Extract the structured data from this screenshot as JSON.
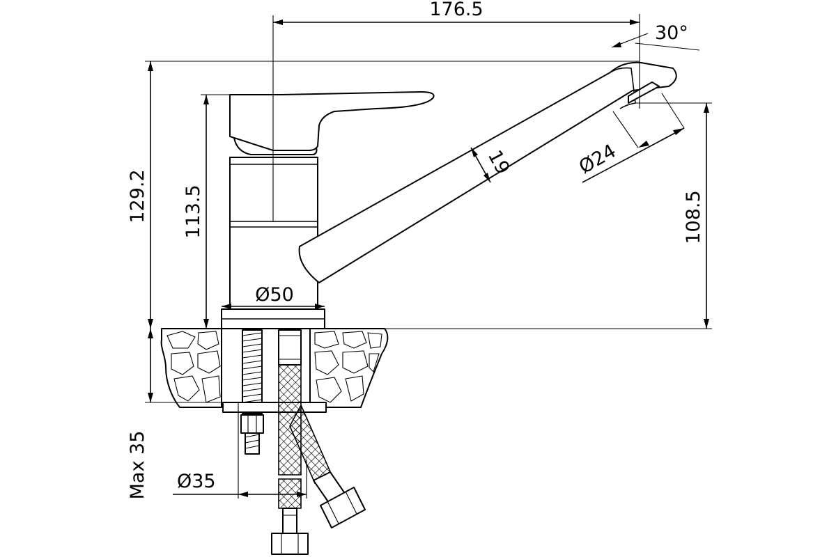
{
  "dimensions": {
    "spout_reach": "176.5",
    "spout_angle": "30°",
    "spout_tube_dia": "19",
    "aerator_dia": "Ø24",
    "total_height": "129.2",
    "body_height": "113.5",
    "spout_height": "108.5",
    "base_dia": "Ø50",
    "mount_hole_dia": "Ø35",
    "max_counter_thickness": "Max 35"
  },
  "colors": {
    "line": "#000000",
    "background": "#ffffff"
  }
}
